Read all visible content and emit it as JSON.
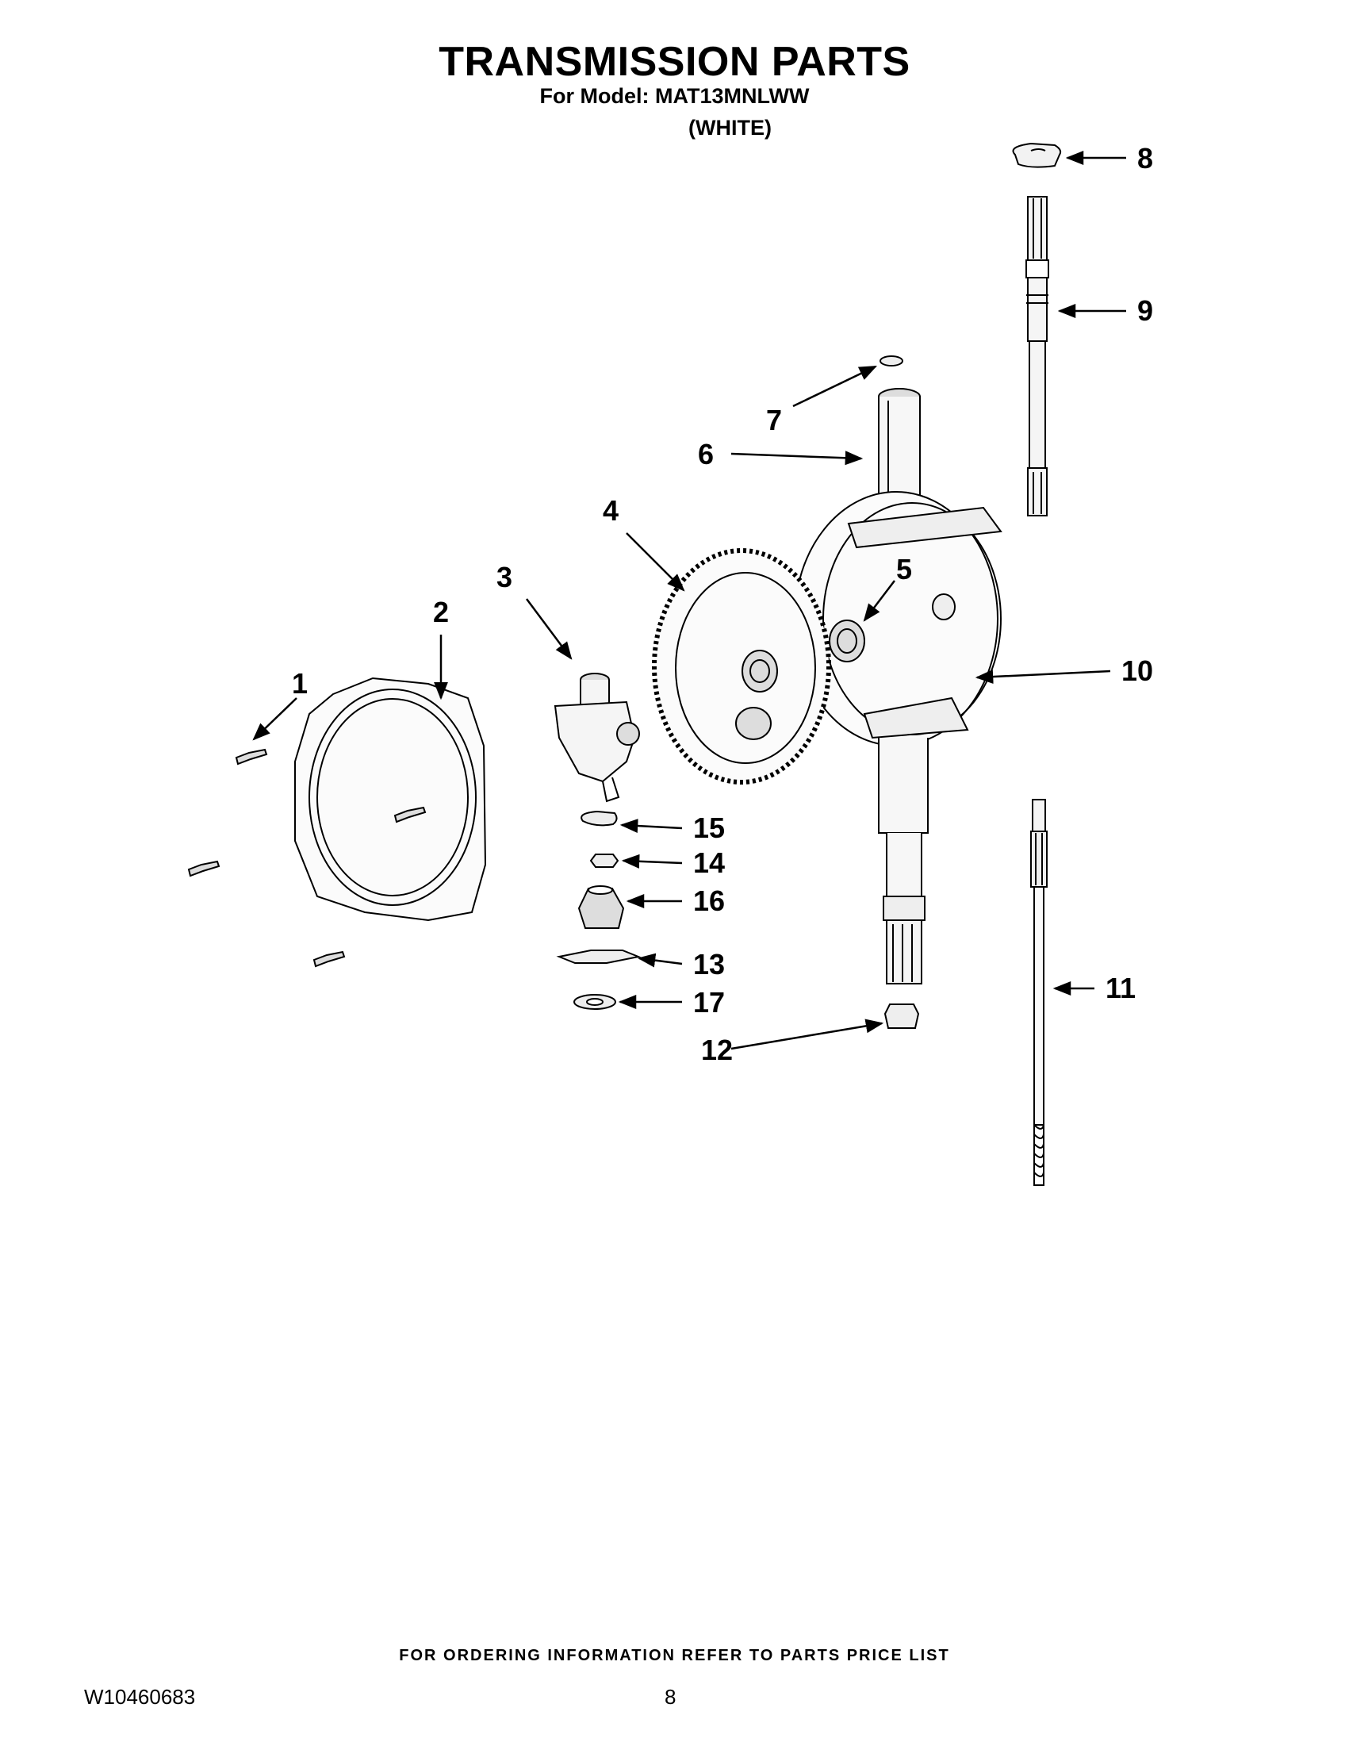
{
  "header": {
    "title": "TRANSMISSION PARTS",
    "model": "For Model: MAT13MNLWW",
    "color": "(WHITE)"
  },
  "callouts": [
    "1",
    "2",
    "3",
    "4",
    "5",
    "6",
    "7",
    "8",
    "9",
    "10",
    "11",
    "12",
    "13",
    "14",
    "15",
    "16",
    "17"
  ],
  "footer": {
    "ordering_note": "FOR ORDERING INFORMATION REFER TO PARTS PRICE LIST",
    "doc_number": "W10460683",
    "page_number": "8"
  }
}
